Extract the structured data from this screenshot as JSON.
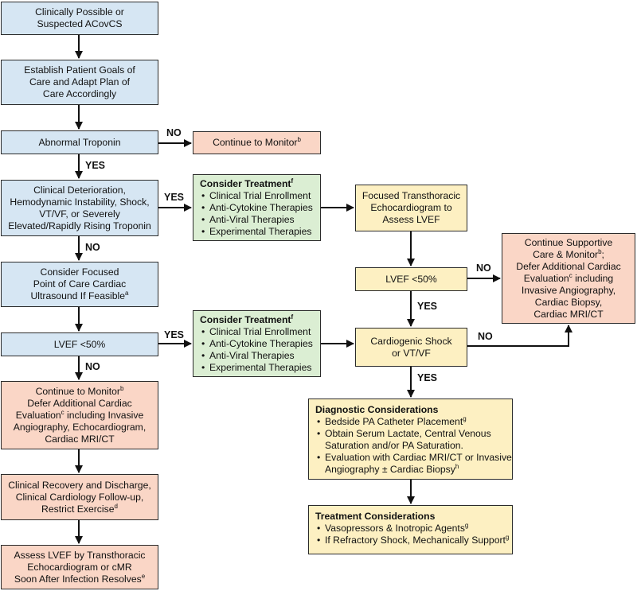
{
  "nodes": {
    "suspected": {
      "lines": [
        "Clinically Possible or",
        "Suspected ACovCS"
      ]
    },
    "goals": {
      "lines": [
        "Establish Patient Goals of",
        "Care and Adapt Plan of",
        "Care Accordingly"
      ]
    },
    "troponin": {
      "lines": [
        "Abnormal Troponin"
      ]
    },
    "monitor_top": {
      "text": "Continue to Monitor",
      "sup": "b"
    },
    "deterioration": {
      "lines": [
        "Clinical Deterioration,",
        "Hemodynamic Instability, Shock,",
        "VT/VF, or Severely",
        "Elevated/Rapidly Rising Troponin"
      ]
    },
    "treat_1": {
      "title": "Consider Treatment",
      "title_sup": "f",
      "items": [
        "Clinical Trial Enrollment",
        "Anti-Cytokine Therapies",
        "Anti-Viral Therapies",
        "Experimental Therapies"
      ]
    },
    "echo_tte": {
      "lines": [
        "Focused Transthoracic",
        "Echocardiogram to",
        "Assess LVEF"
      ]
    },
    "pocus": {
      "lines": [
        "Consider Focused",
        "Point of Care Cardiac"
      ],
      "last": "Ultrasound If Feasible",
      "last_sup": "a"
    },
    "lvef_right": {
      "lines": [
        "LVEF <50%"
      ]
    },
    "supportive": {
      "line1": "Continue Supportive",
      "line2": "Care & Monitor",
      "line2_sup": "b",
      "line2_tail": ";",
      "line3": "Defer Additional Cardiac",
      "line4": "Evaluation",
      "line4_sup": "c",
      "line4_tail": " including",
      "lines_rest": [
        "Invasive Angiography,",
        "Cardiac Biopsy,",
        "Cardiac MRI/CT"
      ]
    },
    "lvef_left": {
      "lines": [
        "LVEF <50%"
      ]
    },
    "treat_2": {
      "title": "Consider Treatment",
      "title_sup": "f",
      "items": [
        "Clinical Trial Enrollment",
        "Anti-Cytokine Therapies",
        "Anti-Viral Therapies",
        "Experimental Therapies"
      ]
    },
    "shock": {
      "lines": [
        "Cardiogenic Shock",
        "or VT/VF"
      ]
    },
    "monitor_left": {
      "line1": "Continue to Monitor",
      "line1_sup": "b",
      "line2": "Defer Additional Cardiac",
      "line3": "Evaluation",
      "line3_sup": "c",
      "line3_tail": " including Invasive",
      "lines_rest": [
        "Angiography, Echocardiogram,",
        "Cardiac MRI/CT"
      ]
    },
    "diagnostic": {
      "title": "Diagnostic Considerations",
      "item1": "Bedside PA Catheter Placement",
      "item1_sup": "g",
      "item2_lines": [
        "Obtain Serum Lactate, Central Venous",
        "Saturation and/or PA Saturation."
      ],
      "item3_lines": [
        "Evaluation with Cardiac MRI/CT or Invasive"
      ],
      "item3_last": "Angiography ± Cardiac Biopsy",
      "item3_sup": "h"
    },
    "recovery": {
      "lines": [
        "Clinical Recovery and Discharge,",
        "Clinical Cardiology Follow-up,"
      ],
      "last": "Restrict Exercise",
      "last_sup": "d"
    },
    "treatment_cons": {
      "title": "Treatment Considerations",
      "item1": "Vasopressors & Inotropic Agents",
      "item1_sup": "g",
      "item2": "If Refractory Shock, Mechanically Support",
      "item2_sup": "g"
    },
    "assess": {
      "lines": [
        "Assess LVEF by Transthoracic",
        "Echocardiogram or cMR"
      ],
      "last": "Soon After Infection Resolves",
      "last_sup": "e"
    }
  },
  "edge_labels": {
    "no_troponin": "NO",
    "yes_troponin": "YES",
    "yes_deterioration": "YES",
    "no_deterioration": "NO",
    "no_lvef_right": "NO",
    "yes_lvef_right": "YES",
    "yes_lvef_left": "YES",
    "no_shock": "NO",
    "no_lvef_left": "NO",
    "yes_shock": "YES"
  },
  "colors": {
    "blue": "#d6e6f3",
    "pink": "#fad6c6",
    "green": "#dbeed3",
    "yellow": "#fdf0c2",
    "line": "#111111"
  }
}
